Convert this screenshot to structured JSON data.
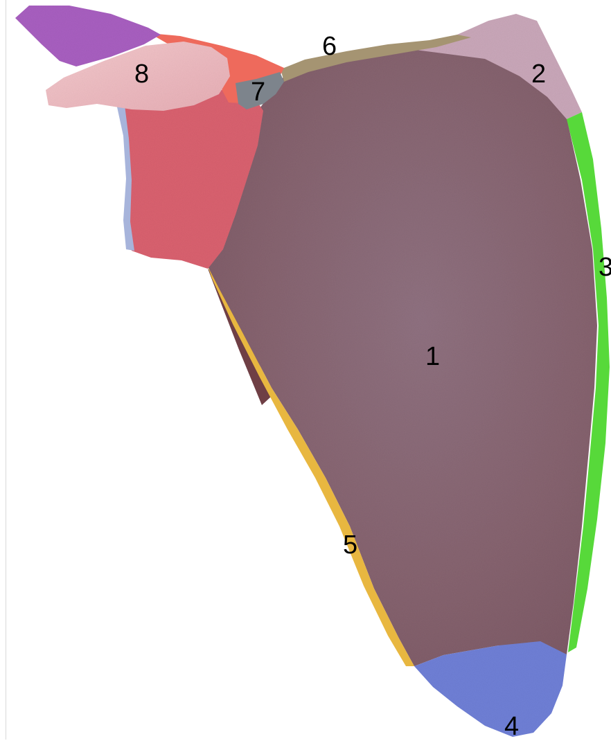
{
  "figure": {
    "regions": [
      {
        "id": "infraspinous-fossa",
        "label": "1",
        "color": "#8a6977"
      },
      {
        "id": "superior-angle",
        "label": "2",
        "color": "#c9a7b9"
      },
      {
        "id": "medial-border",
        "label": "3",
        "color": "#57d93a"
      },
      {
        "id": "inferior-angle",
        "label": "4",
        "color": "#6f7fd6"
      },
      {
        "id": "lateral-border",
        "label": "5",
        "color": "#e8b740"
      },
      {
        "id": "superior-border",
        "label": "6",
        "color": "#a59472"
      },
      {
        "id": "notch",
        "label": "7",
        "color": "#7d848c"
      },
      {
        "id": "acromion",
        "label": "8",
        "color": "#efbcc2"
      }
    ],
    "extra_colors": {
      "coracoid": "#a85fc0",
      "spine_top": "#ee6a5c",
      "neck": "#d9616f",
      "glenoid_edge": "#a7b4db",
      "lateral_shadow": "#6f3f45"
    }
  }
}
